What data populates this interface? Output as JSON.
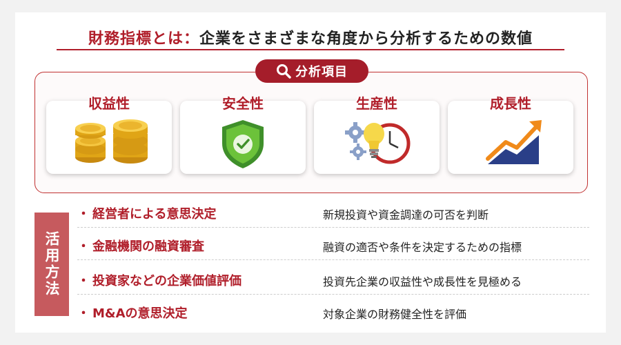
{
  "title": {
    "main": "財務指標とは：",
    "sub": "企業をさまざまな角度から分析するための数値"
  },
  "panel": {
    "label": "分析項目",
    "items": [
      {
        "label": "収益性",
        "icon": "coins-icon"
      },
      {
        "label": "安全性",
        "icon": "shield-check-icon"
      },
      {
        "label": "生産性",
        "icon": "gears-bulb-clock-icon"
      },
      {
        "label": "成長性",
        "icon": "growth-chart-icon"
      }
    ]
  },
  "usage": {
    "label": "活用方法",
    "rows": [
      {
        "bullet": "・",
        "use": "経営者による意思決定",
        "desc": "新規投資や資金調達の可否を判断"
      },
      {
        "bullet": "・",
        "use": "金融機関の融資審査",
        "desc": "融資の適否や条件を決定するための指標"
      },
      {
        "bullet": "・",
        "use": "投資家などの企業価値評価",
        "desc": "投資先企業の収益性や成長性を見極める"
      },
      {
        "bullet": "・",
        "use": "M&Aの意思決定",
        "desc": "対象企業の財務健全性を評価"
      }
    ]
  },
  "colors": {
    "accent": "#b01e2a",
    "label_bg": "#a51d2a",
    "side_box": "#c65a5e",
    "background": "#f2f2f2"
  }
}
